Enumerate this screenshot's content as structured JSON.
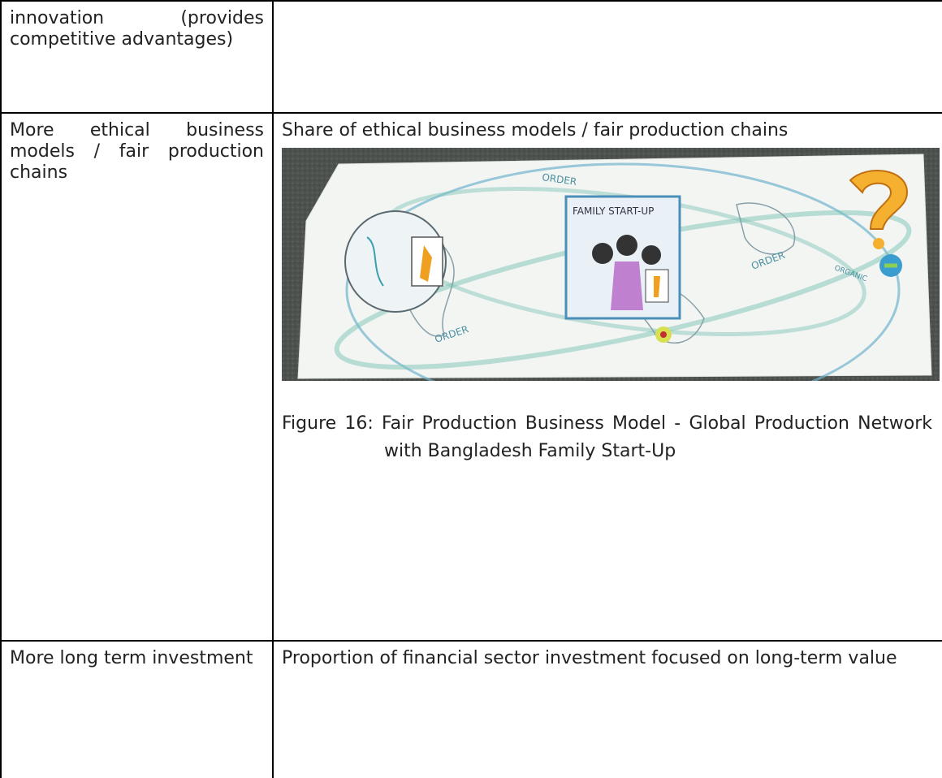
{
  "rows": [
    {
      "left": "innovation (provides competitive advantages)",
      "right": ""
    },
    {
      "left": "More ethical business models / fair production chains",
      "right": "Share of ethical business models / fair production chains",
      "figure": {
        "caption": "Figure 16: Fair Production Business Model - Global Production Network with Bangladesh Family Start-Up",
        "sketch_labels": {
          "family": "FAMILY START-UP",
          "order1": "ORDER",
          "order2": "ORDER",
          "order3": "ORDER",
          "organic": "ORGANIC"
        }
      }
    },
    {
      "left": "More long term investment",
      "right": "Proportion of financial sector investment focused on long-term value"
    }
  ],
  "colors": {
    "border": "#000000",
    "carpet": "#4a4f4c",
    "paper": "#f2f4f2",
    "sketch_blue": "#4aa0c0"
  }
}
